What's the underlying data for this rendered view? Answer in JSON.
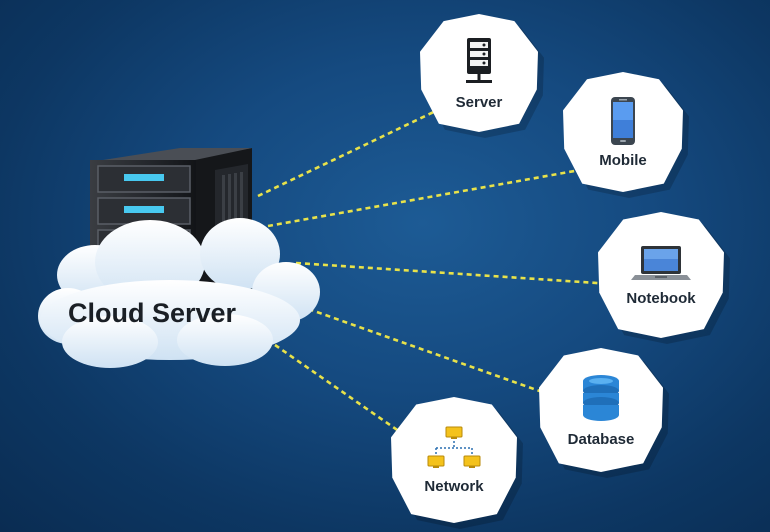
{
  "hub": {
    "label": "Cloud Server"
  },
  "nodes": [
    {
      "label": "Server",
      "icon": "server-icon"
    },
    {
      "label": "Mobile",
      "icon": "mobile-icon"
    },
    {
      "label": "Notebook",
      "icon": "notebook-icon"
    },
    {
      "label": "Database",
      "icon": "database-icon"
    },
    {
      "label": "Network",
      "icon": "network-icon"
    }
  ],
  "colors": {
    "background": "#154a80",
    "link": "#e8e24a",
    "node_fill": "#ffffff",
    "cloud": "#e9f3fb"
  }
}
